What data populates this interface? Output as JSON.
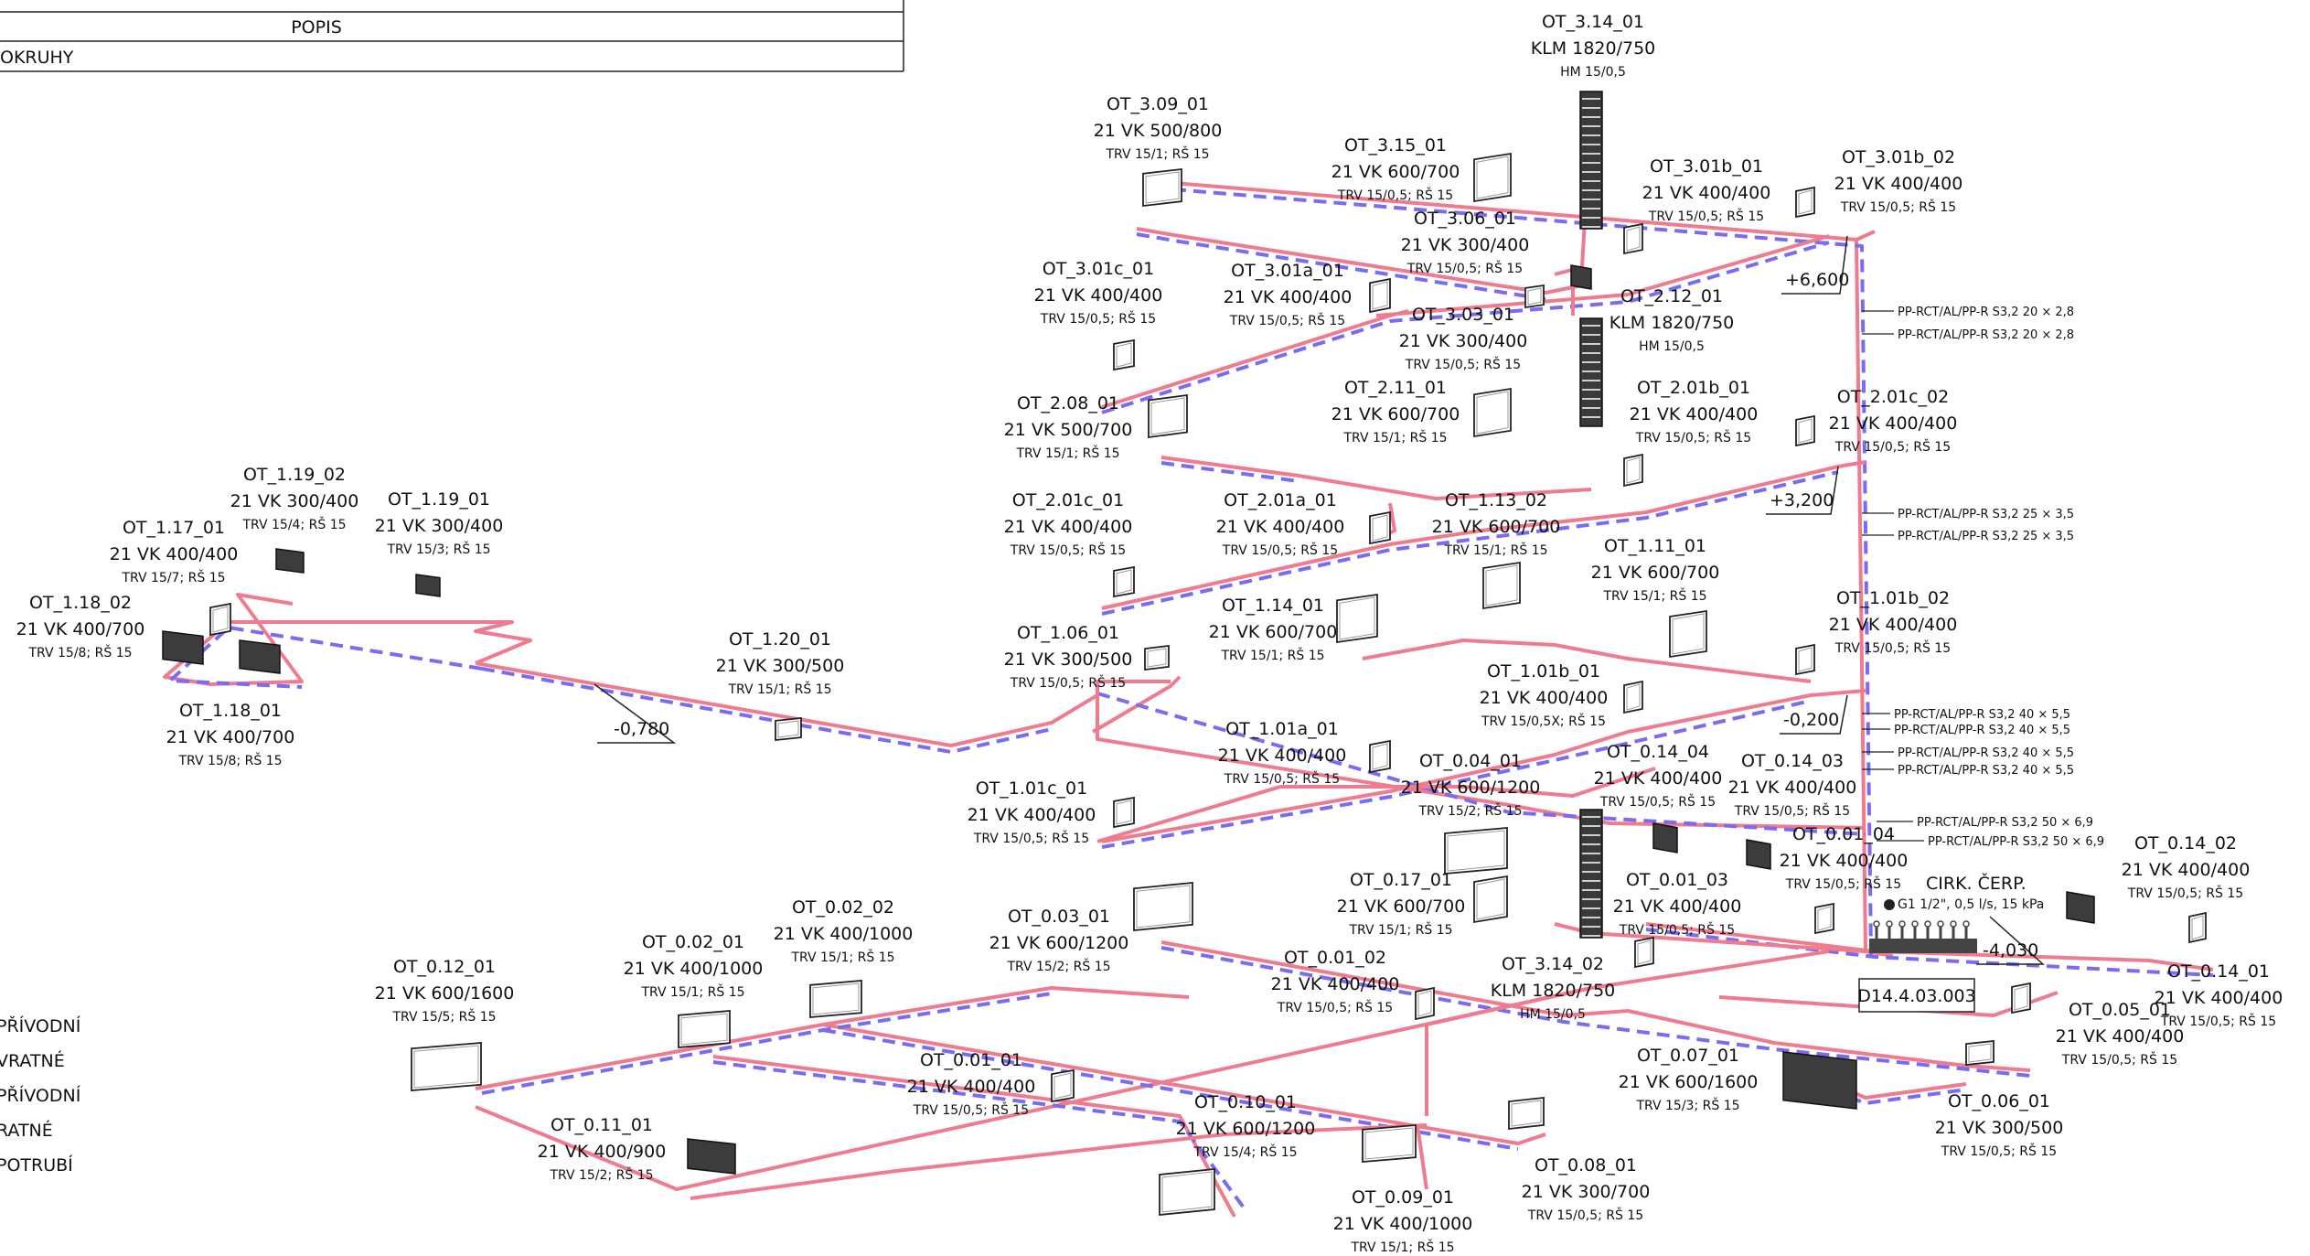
{
  "header": {
    "col_description": "POPIS",
    "row_circuits": "OKRUHY"
  },
  "legend": [
    {
      "label": "PŘÍVODNÍ",
      "kind": "supply"
    },
    {
      "label": "VRATNÉ",
      "kind": "return"
    },
    {
      "label": "PŘÍVODNÍ",
      "kind": "supply"
    },
    {
      "label": "RATNÉ",
      "kind": "return"
    },
    {
      "label": "POTRUBÍ",
      "kind": "pipe"
    }
  ],
  "colors": {
    "supply": "#f07a8e",
    "return": "#7a6cf0",
    "ink": "#111111"
  },
  "radiators": [
    {
      "id": "r01",
      "code": "OT_3.14_01",
      "model": "KLM 1820/750",
      "spec": "HM 15/0,5"
    },
    {
      "id": "r02",
      "code": "OT_3.09_01",
      "model": "21 VK 500/800",
      "spec": "TRV 15/1; RŠ 15"
    },
    {
      "id": "r03",
      "code": "OT_3.15_01",
      "model": "21 VK 600/700",
      "spec": "TRV 15/0,5; RŠ 15"
    },
    {
      "id": "r04",
      "code": "OT_3.06_01",
      "model": "21 VK 300/400",
      "spec": "TRV 15/0,5; RŠ 15"
    },
    {
      "id": "r05",
      "code": "OT_3.01b_01",
      "model": "21 VK 400/400",
      "spec": "TRV 15/0,5; RŠ 15"
    },
    {
      "id": "r06",
      "code": "OT_3.01b_02",
      "model": "21 VK 400/400",
      "spec": "TRV 15/0,5; RŠ 15"
    },
    {
      "id": "r07",
      "code": "OT_3.01c_01",
      "model": "21 VK 400/400",
      "spec": "TRV 15/0,5; RŠ 15"
    },
    {
      "id": "r08",
      "code": "OT_3.01a_01",
      "model": "21 VK 400/400",
      "spec": "TRV 15/0,5; RŠ 15"
    },
    {
      "id": "r09",
      "code": "OT_3.03_01",
      "model": "21 VK 300/400",
      "spec": "TRV 15/0,5; RŠ 15"
    },
    {
      "id": "r10",
      "code": "OT_2.12_01",
      "model": "KLM 1820/750",
      "spec": "HM 15/0,5"
    },
    {
      "id": "r11",
      "code": "OT_2.08_01",
      "model": "21 VK 500/700",
      "spec": "TRV 15/1; RŠ 15"
    },
    {
      "id": "r12",
      "code": "OT_2.11_01",
      "model": "21 VK 600/700",
      "spec": "TRV 15/1; RŠ 15"
    },
    {
      "id": "r13",
      "code": "OT_2.01b_01",
      "model": "21 VK 400/400",
      "spec": "TRV 15/0,5; RŠ 15"
    },
    {
      "id": "r14",
      "code": "OT_2.01c_02",
      "model": "21 VK 400/400",
      "spec": "TRV 15/0,5; RŠ 15"
    },
    {
      "id": "r15",
      "code": "OT_2.01c_01",
      "model": "21 VK 400/400",
      "spec": "TRV 15/0,5; RŠ 15"
    },
    {
      "id": "r16",
      "code": "OT_2.01a_01",
      "model": "21 VK 400/400",
      "spec": "TRV 15/0,5; RŠ 15"
    },
    {
      "id": "r17",
      "code": "OT_1.13_02",
      "model": "21 VK 600/700",
      "spec": "TRV 15/1; RŠ 15"
    },
    {
      "id": "r18",
      "code": "OT_1.11_01",
      "model": "21 VK 600/700",
      "spec": "TRV 15/1; RŠ 15"
    },
    {
      "id": "r19",
      "code": "OT_1.01b_02",
      "model": "21 VK 400/400",
      "spec": "TRV 15/0,5; RŠ 15"
    },
    {
      "id": "r20",
      "code": "OT_1.19_02",
      "model": "21 VK 300/400",
      "spec": "TRV 15/4; RŠ 15"
    },
    {
      "id": "r21",
      "code": "OT_1.19_01",
      "model": "21 VK 300/400",
      "spec": "TRV 15/3; RŠ 15"
    },
    {
      "id": "r22",
      "code": "OT_1.17_01",
      "model": "21 VK 400/400",
      "spec": "TRV 15/7; RŠ 15"
    },
    {
      "id": "r23",
      "code": "OT_1.18_02",
      "model": "21 VK 400/700",
      "spec": "TRV 15/8; RŠ 15"
    },
    {
      "id": "r24",
      "code": "OT_1.18_01",
      "model": "21 VK 400/700",
      "spec": "TRV 15/8; RŠ 15"
    },
    {
      "id": "r25",
      "code": "OT_1.20_01",
      "model": "21 VK 300/500",
      "spec": "TRV 15/1; RŠ 15"
    },
    {
      "id": "r26",
      "code": "OT_1.06_01",
      "model": "21 VK 300/500",
      "spec": "TRV 15/0,5; RŠ 15"
    },
    {
      "id": "r27",
      "code": "OT_1.14_01",
      "model": "21 VK 600/700",
      "spec": "TRV 15/1; RŠ 15"
    },
    {
      "id": "r28",
      "code": "OT_1.01b_01",
      "model": "21 VK 400/400",
      "spec": "TRV 15/0,5X; RŠ 15"
    },
    {
      "id": "r29",
      "code": "OT_1.01a_01",
      "model": "21 VK 400/400",
      "spec": "TRV 15/0,5; RŠ 15"
    },
    {
      "id": "r30",
      "code": "OT_0.04_01",
      "model": "21 VK 600/1200",
      "spec": "TRV 15/2; RŠ 15"
    },
    {
      "id": "r31",
      "code": "OT_0.14_04",
      "model": "21 VK 400/400",
      "spec": "TRV 15/0,5; RŠ 15"
    },
    {
      "id": "r32",
      "code": "OT_0.14_03",
      "model": "21 VK 400/400",
      "spec": "TRV 15/0,5; RŠ 15"
    },
    {
      "id": "r33",
      "code": "OT_1.01c_01",
      "model": "21 VK 400/400",
      "spec": "TRV 15/0,5; RŠ 15"
    },
    {
      "id": "r34",
      "code": "OT_0.01_04",
      "model": "21 VK 400/400",
      "spec": "TRV 15/0,5; RŠ 15"
    },
    {
      "id": "r35",
      "code": "OT_0.14_02",
      "model": "21 VK 400/400",
      "spec": "TRV 15/0,5; RŠ 15"
    },
    {
      "id": "r36",
      "code": "OT_0.17_01",
      "model": "21 VK 600/700",
      "spec": "TRV 15/1; RŠ 15"
    },
    {
      "id": "r37",
      "code": "OT_0.01_03",
      "model": "21 VK 400/400",
      "spec": "TRV 15/0,5; RŠ 15"
    },
    {
      "id": "r38",
      "code": "OT_0.02_02",
      "model": "21 VK 400/1000",
      "spec": "TRV 15/1; RŠ 15"
    },
    {
      "id": "r39",
      "code": "OT_0.03_01",
      "model": "21 VK 600/1200",
      "spec": "TRV 15/2; RŠ 15"
    },
    {
      "id": "r40",
      "code": "OT_0.02_01",
      "model": "21 VK 400/1000",
      "spec": "TRV 15/1; RŠ 15"
    },
    {
      "id": "r41",
      "code": "OT_0.01_02",
      "model": "21 VK 400/400",
      "spec": "TRV 15/0,5; RŠ 15"
    },
    {
      "id": "r42",
      "code": "OT_3.14_02",
      "model": "KLM 1820/750",
      "spec": "HM 15/0,5"
    },
    {
      "id": "r43",
      "code": "OT_0.12_01",
      "model": "21 VK 600/1600",
      "spec": "TRV 15/5; RŠ 15"
    },
    {
      "id": "r44",
      "code": "OT_0.14_01",
      "model": "21 VK 400/400",
      "spec": "TRV 15/0,5; RŠ 15"
    },
    {
      "id": "r45",
      "code": "OT_0.05_01",
      "model": "21 VK 400/400",
      "spec": "TRV 15/0,5; RŠ 15"
    },
    {
      "id": "r46",
      "code": "OT_0.07_01",
      "model": "21 VK 600/1600",
      "spec": "TRV 15/3; RŠ 15"
    },
    {
      "id": "r47",
      "code": "OT_0.01_01",
      "model": "21 VK 400/400",
      "spec": "TRV 15/0,5; RŠ 15"
    },
    {
      "id": "r48",
      "code": "OT_0.10_01",
      "model": "21 VK 600/1200",
      "spec": "TRV 15/4; RŠ 15"
    },
    {
      "id": "r49",
      "code": "OT_0.06_01",
      "model": "21 VK 300/500",
      "spec": "TRV 15/0,5; RŠ 15"
    },
    {
      "id": "r50",
      "code": "OT_0.11_01",
      "model": "21 VK 400/900",
      "spec": "TRV 15/2; RŠ 15"
    },
    {
      "id": "r51",
      "code": "OT_0.08_01",
      "model": "21 VK 300/700",
      "spec": "TRV 15/0,5; RŠ 15"
    },
    {
      "id": "r52",
      "code": "OT_0.09_01",
      "model": "21 VK 400/1000",
      "spec": "TRV 15/1; RŠ 15"
    }
  ],
  "pipe_specs": [
    "PP-RCT/AL/PP-R S3,2 20 × 2,8",
    "PP-RCT/AL/PP-R S3,2 20 × 2,8",
    "PP-RCT/AL/PP-R S3,2 25 × 3,5",
    "PP-RCT/AL/PP-R S3,2 25 × 3,5",
    "PP-RCT/AL/PP-R S3,2 40 × 5,5",
    "PP-RCT/AL/PP-R S3,2 40 × 5,5",
    "PP-RCT/AL/PP-R S3,2 40 × 5,5",
    "PP-RCT/AL/PP-R S3,2 40 × 5,5",
    "PP-RCT/AL/PP-R S3,2 50 × 6,9",
    "PP-RCT/AL/PP-R S3,2 50 × 6,9"
  ],
  "levels": [
    "+6,600",
    "+3,200",
    "-0,200",
    "-0,780",
    "-4,030"
  ],
  "pump": {
    "title": "CIRK. ČERP.",
    "spec": "G1 1/2\", 0,5 l/s, 15 kPa"
  },
  "manifold": {
    "code": "D14.4.03.003"
  }
}
